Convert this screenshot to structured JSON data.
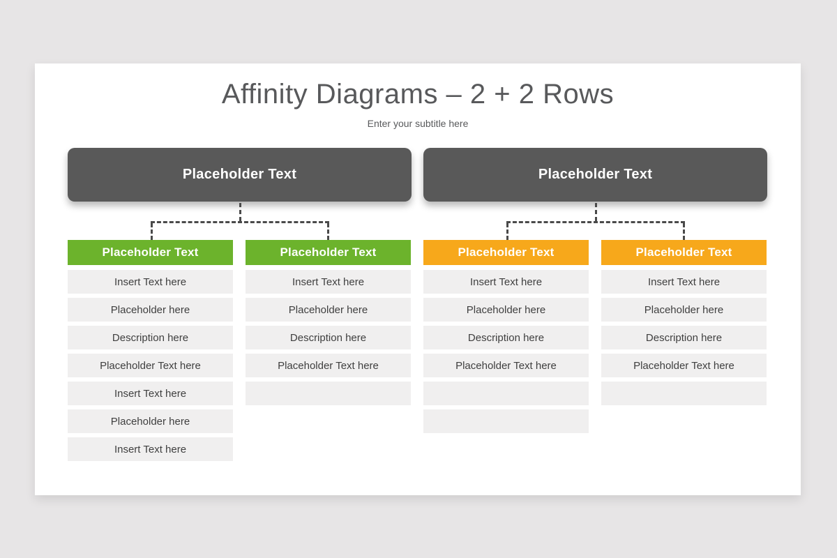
{
  "page": {
    "title": "Affinity Diagrams – 2 + 2 Rows",
    "subtitle": "Enter your subtitle here"
  },
  "colors": {
    "accent_green": "#6cb32c",
    "accent_orange": "#f7a81b",
    "parent_box": "#595959",
    "row_background": "#f0efef",
    "connector": "#4a4a4a",
    "page_background": "#e7e5e6",
    "slide_background": "#ffffff"
  },
  "groups": [
    {
      "header": "Placeholder Text",
      "columns": [
        {
          "header": "Placeholder Text",
          "color": "#6cb32c",
          "items": [
            "Insert Text here",
            "Placeholder here",
            "Description here",
            "Placeholder Text here",
            "Insert Text here",
            "Placeholder here",
            "Insert Text here"
          ]
        },
        {
          "header": "Placeholder Text",
          "color": "#6cb32c",
          "items": [
            "Insert Text here",
            "Placeholder here",
            "Description here",
            "Placeholder Text here",
            ""
          ]
        }
      ]
    },
    {
      "header": "Placeholder Text",
      "columns": [
        {
          "header": "Placeholder Text",
          "color": "#f7a81b",
          "items": [
            "Insert Text here",
            "Placeholder here",
            "Description here",
            "Placeholder Text here",
            "",
            ""
          ]
        },
        {
          "header": "Placeholder Text",
          "color": "#f7a81b",
          "items": [
            "Insert Text here",
            "Placeholder here",
            "Description here",
            "Placeholder Text here",
            ""
          ]
        }
      ]
    }
  ]
}
